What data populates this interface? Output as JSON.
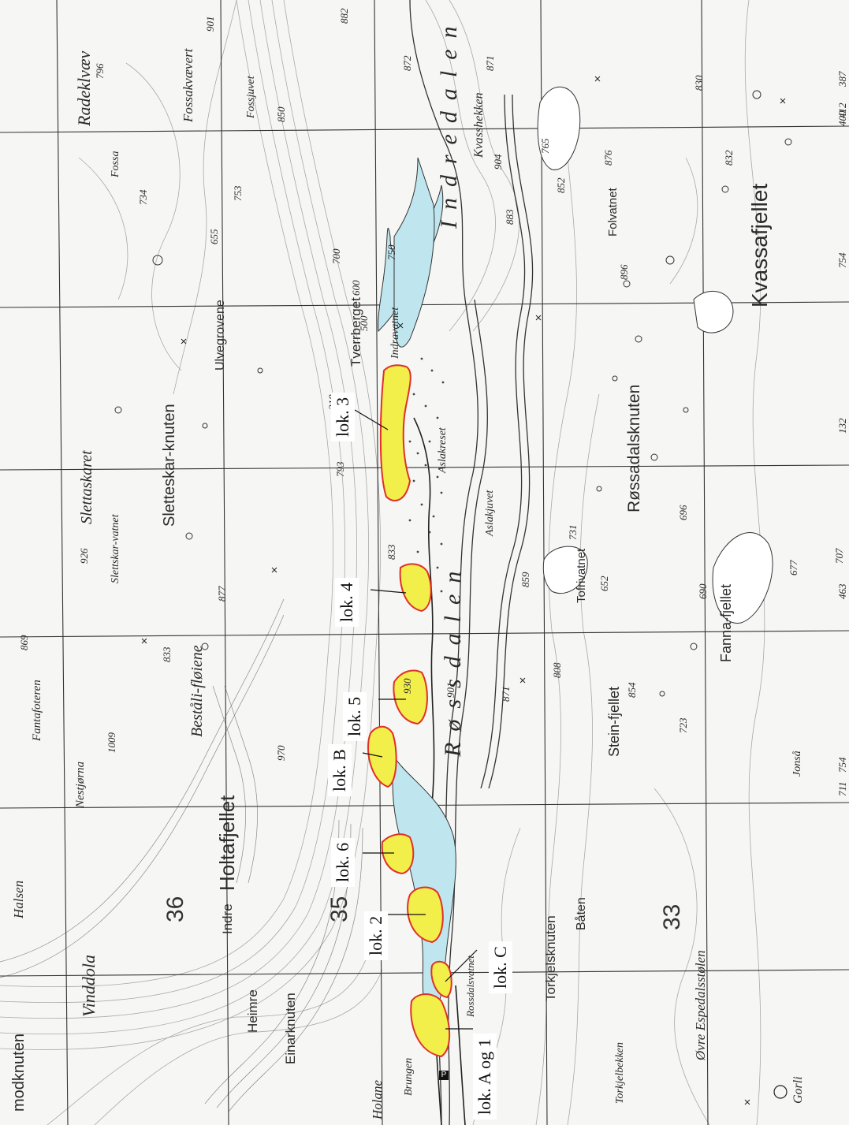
{
  "colors": {
    "site_fill": "#f2ee4a",
    "site_outline": "#e0302a",
    "water": "#bfe6ef",
    "grid": "#333333",
    "contour": "#555555"
  },
  "grid_labels": {
    "g35": "35",
    "g36": "36",
    "g33": "33"
  },
  "places": {
    "radeklvaev": "Radeklvæv",
    "fossakvaevert": "Fossakvævert",
    "kvasshekken": "Kvasshekken",
    "indredalen": "Indredalen",
    "fossa": "Fossa",
    "fossjuvet": "Fossjuvet",
    "ulvegrovene": "Ulvegrovene",
    "tverrberget": "Tverrberget",
    "indravatnet": "Indravatnet",
    "slettaskaret": "Slettaskaret",
    "sletteskarvatnet": "Slettskar-vatnet",
    "sletteskarknuten": "Sletteskar-knuten",
    "aslakreset": "Aslakreset",
    "aslakjuvet": "Aslakjuvet",
    "rossadalen": "Røssdalen",
    "rossadalsknuten": "Røssadalsknuten",
    "folvatnet": "Folvatnet",
    "kvassafjellet": "Kvassafjellet",
    "tofrivatnet": "Tofrivatnet",
    "fannafjellet": "Fanna-fjellet",
    "steinfjellet": "Stein-fjellet",
    "bestalifloiene": "Beståli-fløiene",
    "fantafoteren": "Fantafoteren",
    "nestjorna": "Nestjørna",
    "holtafjellet": "Holtafjellet",
    "indre": "Indre",
    "heimre": "Heimre",
    "einarknuten": "Einarknuten",
    "vinddola": "Vinddola",
    "halsen": "Halsen",
    "holane": "Holane",
    "modknuten": "modknuten",
    "brungen": "Brungen",
    "rossdalsvatnet": "Rossdalsvatnet",
    "torkjelsknuten": "Torkjelsknuten",
    "baten": "Båten",
    "torkjelbekken": "Torkjelbekken",
    "ovre_espedal": "Øvre Espedalsstølen",
    "gorli": "Gorli",
    "jonsaa": "Jonså"
  },
  "elevations": {
    "e796": "796",
    "e901": "901",
    "e869": "869",
    "e734": "734",
    "e926": "926",
    "e1009": "1009",
    "e833a": "833",
    "e877": "877",
    "e850": "850",
    "e753": "753",
    "e655": "655",
    "e970": "970",
    "e882": "882",
    "e872": "872",
    "e750": "750",
    "e218": "218",
    "e793": "793",
    "e833b": "833",
    "e930": "930",
    "e901b": "901",
    "e871a": "871",
    "e904": "904",
    "e883": "883",
    "e765": "765",
    "e859": "859",
    "e871b": "871",
    "e808": "808",
    "e852": "852",
    "e876": "876",
    "e896": "896",
    "e731": "731",
    "e652": "652",
    "e854": "854",
    "e696": "696",
    "e690": "690",
    "e723": "723",
    "e830": "830",
    "e832": "832",
    "e677": "677",
    "e707": "707",
    "e387": "387",
    "e412": "412",
    "e132": "132",
    "e463": "463",
    "e711": "711",
    "e754": "754",
    "e400": "400",
    "e700": "700",
    "e600": "600",
    "e500": "500",
    "e754b": "754"
  },
  "sites": [
    {
      "id": "lok3",
      "label": "lok. 3"
    },
    {
      "id": "lok4",
      "label": "lok. 4"
    },
    {
      "id": "lok5",
      "label": "lok. 5"
    },
    {
      "id": "lokB",
      "label": "lok. B"
    },
    {
      "id": "lok6",
      "label": "lok. 6"
    },
    {
      "id": "lok2",
      "label": "lok. 2"
    },
    {
      "id": "lokC",
      "label": "lok. C"
    },
    {
      "id": "lokA1",
      "label": "lok. A og 1"
    }
  ],
  "parking_symbol": "P"
}
